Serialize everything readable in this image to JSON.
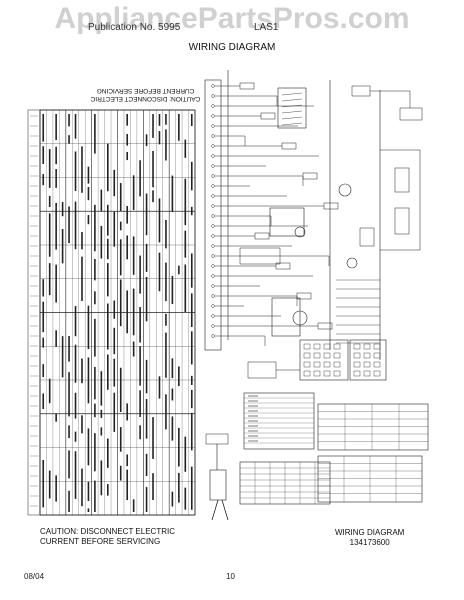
{
  "watermark": "AppliancePartsPros.com",
  "header": {
    "left": "Publication No. 5995",
    "right": "LAS1"
  },
  "title": "WIRING DIAGRAM",
  "caution_rotated": "CAUTION: DISCONNECT ELECTRIC CURRENT BEFORE SERVICING",
  "caution_bottom": "CAUTION: DISCONNECT ELECTRIC CURRENT BEFORE SERVICING",
  "diagram_label": {
    "title": "WIRING DIAGRAM",
    "number": "134173600"
  },
  "footer": {
    "date": "08/04",
    "page": "10"
  },
  "colors": {
    "line": "#222222",
    "watermark": "#aaaaaa"
  }
}
